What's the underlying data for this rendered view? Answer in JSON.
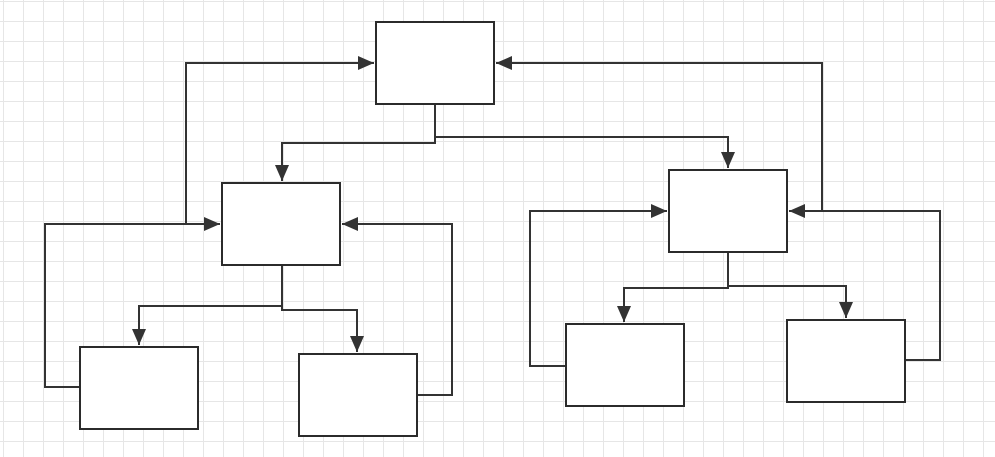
{
  "diagram": {
    "type": "flowchart",
    "grid": true,
    "colors": {
      "background": "#ffffff",
      "grid_line": "#e6e6e6",
      "node_fill": "#ffffff",
      "node_stroke": "#2b2b2b",
      "edge": "#333333"
    },
    "nodes": [
      {
        "id": "root",
        "label": ""
      },
      {
        "id": "left-hub",
        "label": ""
      },
      {
        "id": "right-hub",
        "label": ""
      },
      {
        "id": "left-child-1",
        "label": ""
      },
      {
        "id": "left-child-2",
        "label": ""
      },
      {
        "id": "right-child-1",
        "label": ""
      },
      {
        "id": "right-child-2",
        "label": ""
      }
    ],
    "edges": [
      {
        "from": "root",
        "to": "left-hub"
      },
      {
        "from": "root",
        "to": "right-hub"
      },
      {
        "from": "left-hub",
        "to": "root"
      },
      {
        "from": "right-hub",
        "to": "root"
      },
      {
        "from": "left-hub",
        "to": "left-child-1"
      },
      {
        "from": "left-hub",
        "to": "left-child-2"
      },
      {
        "from": "left-child-1",
        "to": "left-hub"
      },
      {
        "from": "left-child-2",
        "to": "left-hub"
      },
      {
        "from": "right-hub",
        "to": "right-child-1"
      },
      {
        "from": "right-hub",
        "to": "right-child-2"
      },
      {
        "from": "right-child-1",
        "to": "right-hub"
      },
      {
        "from": "right-child-2",
        "to": "right-hub"
      }
    ]
  }
}
